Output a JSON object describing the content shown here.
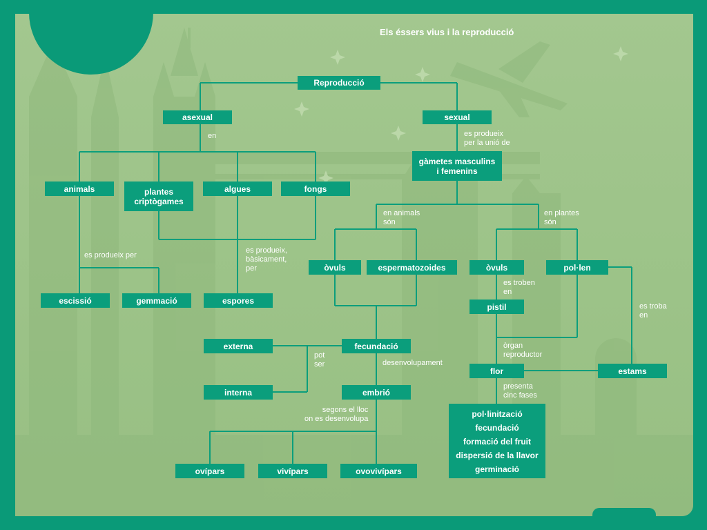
{
  "title": "Els éssers vius i la reproducció",
  "nodes": {
    "reproduccio": "Reproducció",
    "asexual": "asexual",
    "sexual": "sexual",
    "gametes": "gàmetes masculins\ni femenins",
    "animals": "animals",
    "plantes_criptogames": "plantes\ncriptògames",
    "algues": "algues",
    "fongs": "fongs",
    "escissio": "escissió",
    "gemmacio": "gemmació",
    "espores": "espores",
    "ovuls_animals": "òvuls",
    "espermatozoides": "espermatozoides",
    "ovuls_plantes": "òvuls",
    "pollen": "pol·len",
    "pistil": "pistil",
    "externa": "externa",
    "interna": "interna",
    "fecundacio": "fecundació",
    "embrio": "embrió",
    "flor": "flor",
    "estams": "estams",
    "ovipars": "ovípars",
    "vivipars": "vivípars",
    "ovovivipars": "ovovivípars"
  },
  "phases": [
    "pol·linització",
    "fecundació",
    "formació del fruit",
    "dispersió de la llavor",
    "germinació"
  ],
  "labels": {
    "en": "en",
    "es_produeixen_per_la_unio_de": "es produeix\nper la unió de",
    "en_animals_son": "en animals\nsón",
    "en_plantes_son": "en plantes\nsón",
    "es_produeix_per": "es produeix per",
    "es_produeix_basicament_per": "es produeix,\nbàsicament,\nper",
    "es_troben_en": "es troben\nen",
    "es_troba_en": "es troba\nen",
    "organ_reproductor": "òrgan\nreproductor",
    "pot_ser": "pot\nser",
    "desenvolupament": "desenvolupament",
    "presenta_cinc_fases": "presenta\ncinc fases",
    "segons_el_lloc": "segons el lloc\non es desenvolupa"
  },
  "colors": {
    "frame": "#0a9a78",
    "board": "#a3c78f",
    "node": "#0b9e7c",
    "line": "#0b9e7c",
    "text": "#ffffff"
  }
}
